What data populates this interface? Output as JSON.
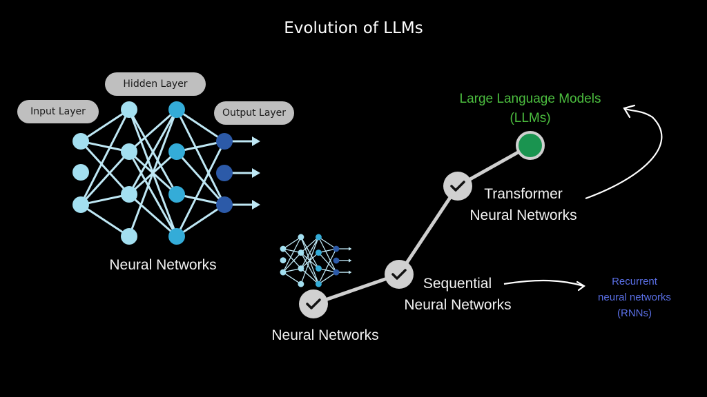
{
  "title": "Evolution of LLMs",
  "network_diagram": {
    "layer_labels": {
      "input": "Input Layer",
      "hidden": "Hidden Layer",
      "output": "Output Layer"
    },
    "caption": "Neural Networks",
    "colors": {
      "input_node": "#a3dff0",
      "hidden1_node": "#a3dff0",
      "hidden2_node": "#34acd8",
      "output_node": "#2c5aa8",
      "edge": "#bfe8f5",
      "pill": "#bfbfbf"
    }
  },
  "timeline": {
    "stages": [
      {
        "label_line1": "Neural Networks",
        "label_line2": "",
        "status": "completed"
      },
      {
        "label_line1": "Sequential",
        "label_line2": "Neural Networks",
        "status": "completed"
      },
      {
        "label_line1": "Transformer",
        "label_line2": "Neural Networks",
        "status": "completed"
      },
      {
        "label_line1": "Large Language Models",
        "label_line2": "(LLMs)",
        "status": "current"
      }
    ],
    "annotations": {
      "rnn_line1": "Recurrent",
      "rnn_line2": "neural networks",
      "rnn_line3": "(RNNs)"
    },
    "colors": {
      "line": "#cfcfcf",
      "check_circle": "#d0d0d0",
      "current_fill": "#1a9450",
      "llm_text": "#4cbf3f",
      "rnn_text": "#5a6fe6"
    }
  }
}
